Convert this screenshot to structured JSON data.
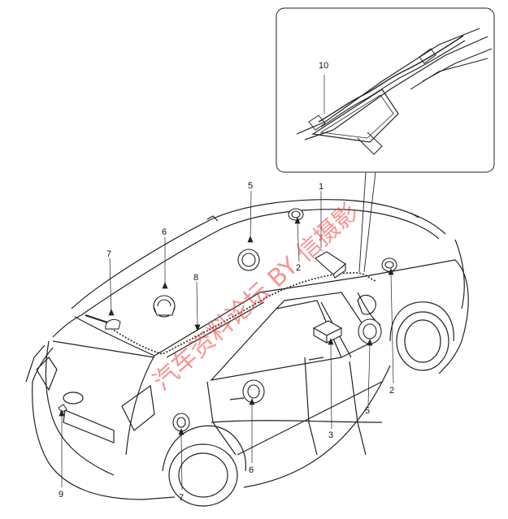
{
  "callouts": {
    "c1": "1",
    "c2a": "2",
    "c2b": "2",
    "c3": "3",
    "c5a": "5",
    "c5b": "5",
    "c6a": "6",
    "c6b": "6",
    "c7a": "7",
    "c7b": "7",
    "c8": "8",
    "c9": "9",
    "c10": "10"
  },
  "watermark": "汽车资料论坛 BY 信摄影"
}
